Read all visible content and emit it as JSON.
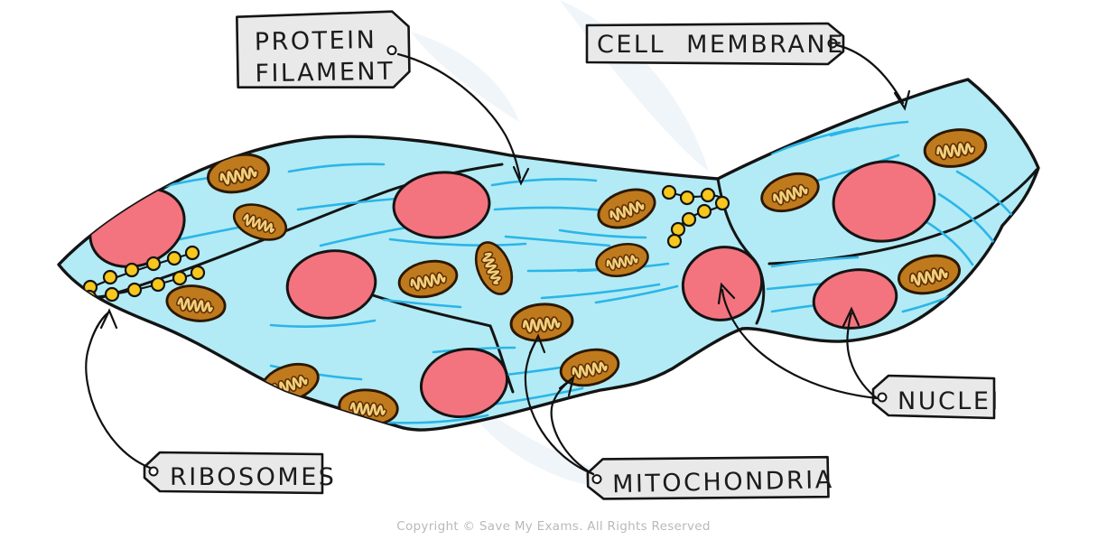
{
  "labels": {
    "protein_filament": {
      "line1": "PROTEIN",
      "line2": "FILAMENT"
    },
    "cell_membrane": "CELL MEMBRANE",
    "ribosomes": "RIBOSOMES",
    "mitochondria": "MITOCHONDRIA",
    "nuclei": "NUCLEI"
  },
  "footer": {
    "copyright": "Copyright © Save My Exams. All Rights Reserved"
  },
  "organelles": {
    "nuclei_count": 7,
    "mitochondria_count": 14,
    "ribosome_chain_count": 3
  },
  "colors": {
    "cytoplasm": "#b2ebf5",
    "cell_outline": "#141414",
    "nucleus_fill": "#f3747f",
    "mitochondrion_fill": "#bf7a1d",
    "mitochondrion_outline": "#2b1703",
    "cristae_dark": "#5f2e03",
    "cristae_light": "#f1d07c",
    "filament": "#2bb5e8",
    "ribosome": "#f7c71e",
    "label_fill": "#e9e9e9",
    "label_border": "#141414",
    "copyright_text": "#b9b9b9"
  }
}
